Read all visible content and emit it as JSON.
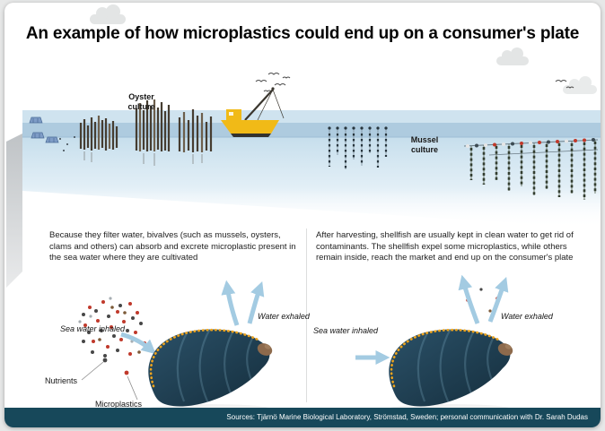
{
  "title": "An example of how microplastics could end up on a consumer's plate",
  "scene": {
    "oyster_culture_label": "Oyster culture",
    "mussel_culture_label": "Mussel culture"
  },
  "panels": {
    "left": {
      "description": "Because they filter water, bivalves (such as mussels, oysters, clams and others) can absorb and excrete microplastic present in the sea water where they are cultivated",
      "sea_water_inhaled": "Sea water inhaled",
      "water_exhaled": "Water exhaled",
      "nutrients": "Nutrients",
      "microplastics": "Microplastics"
    },
    "right": {
      "description": "After harvesting, shellfish are usually kept in clean water to get rid of contaminants. The shellfish expel some microplastics, while others remain inside, reach the market and end up on the consumer's plate",
      "sea_water_inhaled": "Sea water inhaled",
      "water_exhaled": "Water exhaled"
    }
  },
  "footer": {
    "sources": "Sources: Tjärnö Marine Biological Laboratory, Strömstad, Sweden; personal communication with Dr. Sarah Dudas"
  },
  "icons": {
    "boat": "fishing-boat",
    "cloud": "cloud",
    "birds": "flying-birds",
    "mussel": "mussel-shell"
  },
  "colors": {
    "microplastic_red": "#c0392b",
    "nutrient_dark": "#474747",
    "shell_teal": "#1c3a4b",
    "arrow_blue": "#a3cbe2",
    "water_blue": "#aecbdf",
    "footer_teal": "#17485a",
    "boat_yellow": "#f1ba17",
    "fringe_orange": "#eda31d"
  }
}
